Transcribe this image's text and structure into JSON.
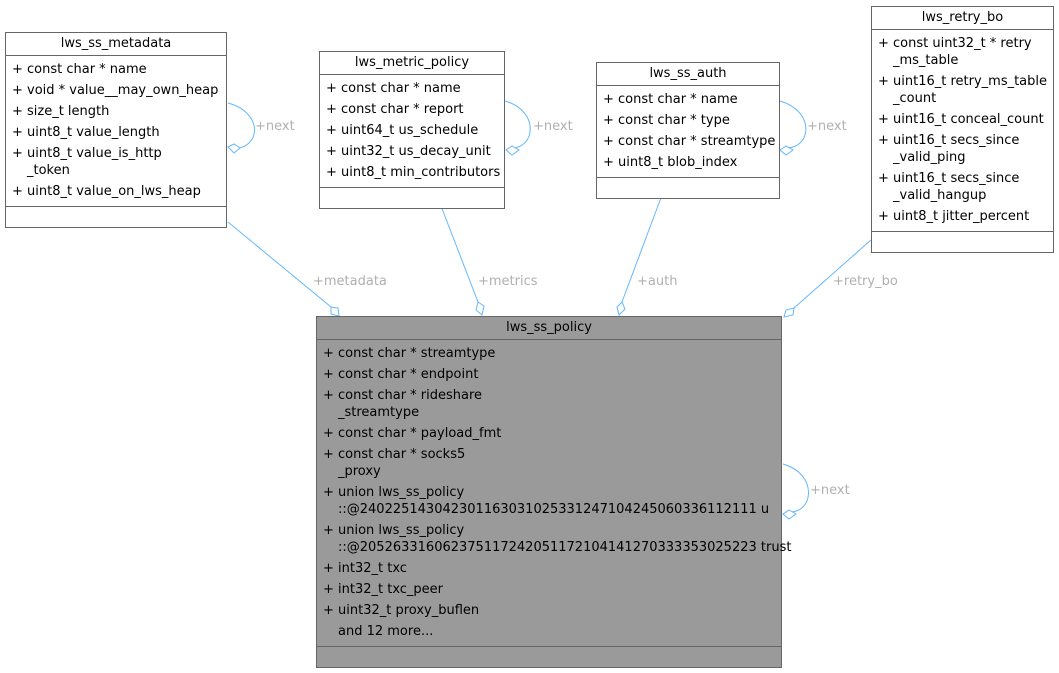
{
  "nodes": {
    "metadata": {
      "title": "lws_ss_metadata",
      "attributes": [
        {
          "vis": "+",
          "text": "const char * name"
        },
        {
          "vis": "+",
          "text": "void * value__may_own_heap"
        },
        {
          "vis": "+",
          "text": "size_t length"
        },
        {
          "vis": "+",
          "text": "uint8_t value_length"
        },
        {
          "vis": "+",
          "text": "uint8_t value_is_http\n_token"
        },
        {
          "vis": "+",
          "text": "uint8_t value_on_lws_heap"
        }
      ]
    },
    "metric_policy": {
      "title": "lws_metric_policy",
      "attributes": [
        {
          "vis": "+",
          "text": "const char * name"
        },
        {
          "vis": "+",
          "text": "const char * report"
        },
        {
          "vis": "+",
          "text": "uint64_t us_schedule"
        },
        {
          "vis": "+",
          "text": "uint32_t us_decay_unit"
        },
        {
          "vis": "+",
          "text": "uint8_t min_contributors"
        }
      ]
    },
    "auth": {
      "title": "lws_ss_auth",
      "attributes": [
        {
          "vis": "+",
          "text": "const char * name"
        },
        {
          "vis": "+",
          "text": "const char * type"
        },
        {
          "vis": "+",
          "text": "const char * streamtype"
        },
        {
          "vis": "+",
          "text": "uint8_t blob_index"
        }
      ]
    },
    "retry_bo": {
      "title": "lws_retry_bo",
      "attributes": [
        {
          "vis": "+",
          "text": "const uint32_t * retry\n_ms_table"
        },
        {
          "vis": "+",
          "text": "uint16_t retry_ms_table\n_count"
        },
        {
          "vis": "+",
          "text": "uint16_t conceal_count"
        },
        {
          "vis": "+",
          "text": "uint16_t secs_since\n_valid_ping"
        },
        {
          "vis": "+",
          "text": "uint16_t secs_since\n_valid_hangup"
        },
        {
          "vis": "+",
          "text": "uint8_t jitter_percent"
        }
      ]
    },
    "policy": {
      "title": "lws_ss_policy",
      "attributes": [
        {
          "vis": "+",
          "text": "const char * streamtype"
        },
        {
          "vis": "+",
          "text": "const char * endpoint"
        },
        {
          "vis": "+",
          "text": "const char * rideshare\n_streamtype"
        },
        {
          "vis": "+",
          "text": "const char * payload_fmt"
        },
        {
          "vis": "+",
          "text": "const char * socks5\n_proxy"
        },
        {
          "vis": "+",
          "text": "union lws_ss_policy\n::@240225143042301163031025331247104245060336112111 u"
        },
        {
          "vis": "+",
          "text": "union lws_ss_policy\n::@205263316062375117242051172104141270333353025223 trust"
        },
        {
          "vis": "+",
          "text": "int32_t txc"
        },
        {
          "vis": "+",
          "text": "int32_t txc_peer"
        },
        {
          "vis": "+",
          "text": "uint32_t proxy_buflen"
        },
        {
          "vis": "",
          "text": "and 12 more..."
        }
      ]
    }
  },
  "edges": {
    "metadata_next": "+next",
    "metric_next": "+next",
    "auth_next": "+next",
    "policy_next": "+next",
    "metadata": "+metadata",
    "metrics": "+metrics",
    "auth": "+auth",
    "retry_bo": "+retry_bo"
  },
  "colors": {
    "edge": "#63b8ff",
    "edge_label": "#b0b0b0",
    "main_fill": "#9a9a9a",
    "border": "#666666"
  }
}
